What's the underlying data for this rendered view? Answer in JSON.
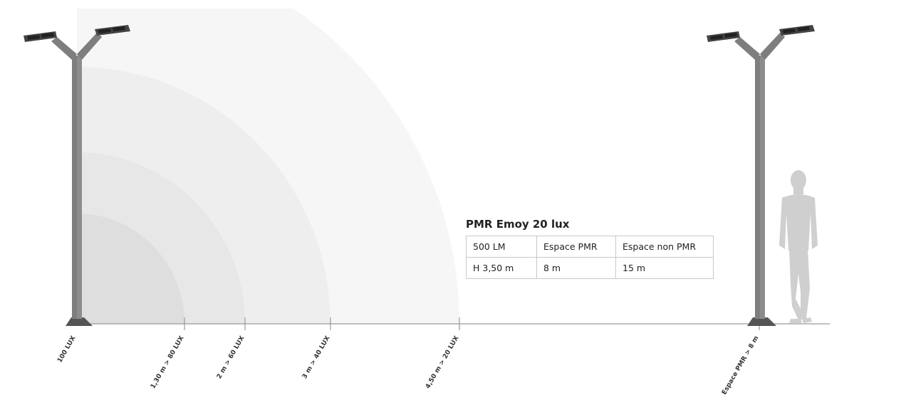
{
  "title": "PMR Emoy 20 lux",
  "table": {
    "rows": [
      [
        "500 LM",
        "Espace PMR",
        "Espace non PMR"
      ],
      [
        "H 3,50 m",
        "8 m",
        "15 m"
      ]
    ]
  },
  "tick_labels": {
    "lux100": "100 LUX",
    "lux80": "1,30 m > 80 LUX",
    "lux60": "2 m > 60 LUX",
    "lux40": "3 m > 40 LUX",
    "lux20": "4,50 m > 20 LUX",
    "pmr": "Espace PMR > 8 m"
  },
  "colors": {
    "zone_20": "#f6f6f6",
    "zone_40": "#eeeeee",
    "zone_60": "#e6e6e6",
    "zone_80": "#dddddd",
    "pole": "#7a7a7a",
    "pole_dark": "#555555",
    "ground": "#999999",
    "person": "#cfcfcf"
  }
}
